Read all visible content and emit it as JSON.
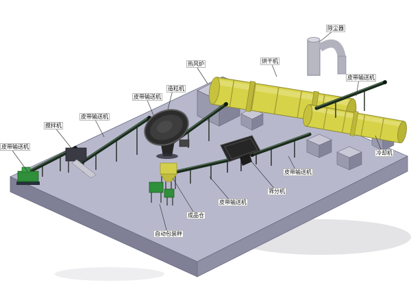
{
  "diagram": {
    "type": "equipment-layout",
    "labels": [
      {
        "id": "belt-conveyor-1",
        "text": "皮带输送机"
      },
      {
        "id": "mixer",
        "text": "搅拌机"
      },
      {
        "id": "belt-conveyor-2",
        "text": "皮带输送机"
      },
      {
        "id": "belt-conveyor-3",
        "text": "皮带输送机"
      },
      {
        "id": "granulator",
        "text": "造粒机"
      },
      {
        "id": "hot-air-furnace",
        "text": "热风炉"
      },
      {
        "id": "dryer",
        "text": "烘干机"
      },
      {
        "id": "dust-collector",
        "text": "除尘器"
      },
      {
        "id": "belt-conveyor-4",
        "text": "皮带输送机"
      },
      {
        "id": "cooler",
        "text": "冷却机"
      },
      {
        "id": "belt-conveyor-5",
        "text": "皮带输送机"
      },
      {
        "id": "screener",
        "text": "筛分机"
      },
      {
        "id": "belt-conveyor-6",
        "text": "皮带输送机"
      },
      {
        "id": "product-silo",
        "text": "成品仓"
      },
      {
        "id": "packing-scale",
        "text": "自动包装秤"
      }
    ],
    "colors": {
      "background": "#ffffff",
      "platform_top": "#b8b8cd",
      "platform_side_left": "#7f7f95",
      "platform_side_right": "#8f8fa5",
      "equipment_yellow": "#d7d348",
      "machine_green": "#2f8f3a",
      "conveyor_dark": "#1a2a1c",
      "steel_gray": "#b8b8c2",
      "label_text": "#111111"
    }
  }
}
